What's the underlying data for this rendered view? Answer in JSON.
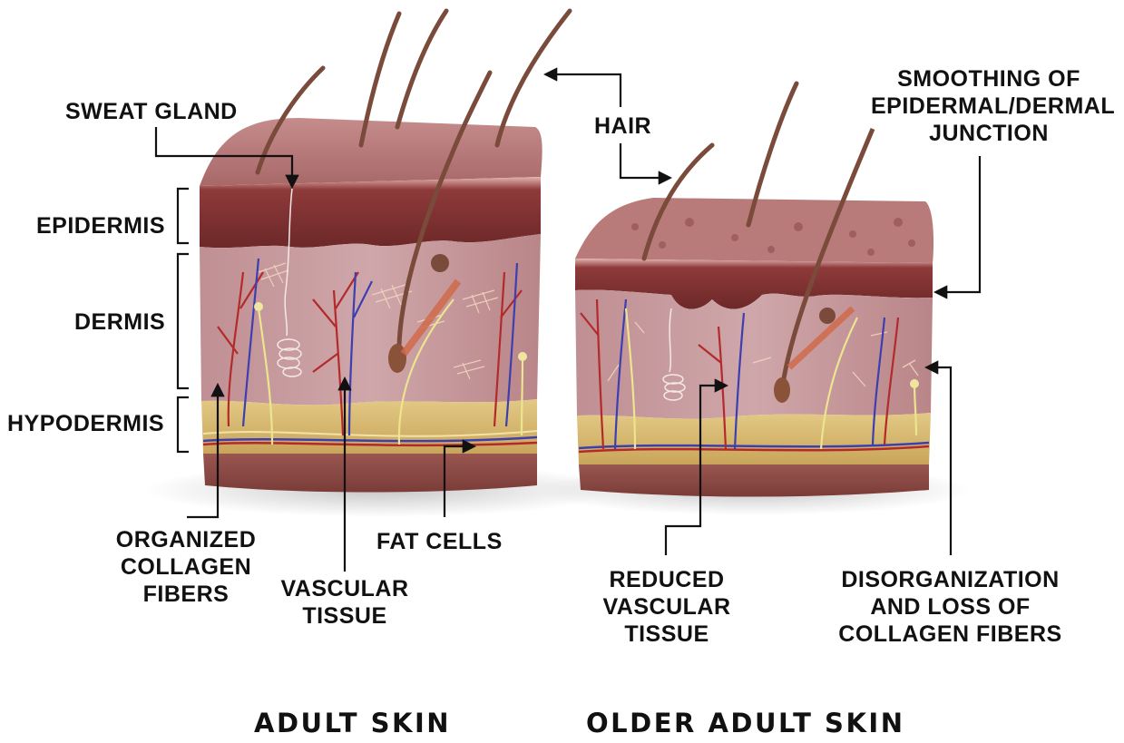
{
  "labels": {
    "sweat_gland": "SWEAT GLAND",
    "hair": "HAIR",
    "smoothing": [
      "SMOOTHING OF",
      "EPIDERMAL/DERMAL",
      "JUNCTION"
    ],
    "epidermis": "EPIDERMIS",
    "dermis": "DERMIS",
    "hypodermis": "HYPODERMIS",
    "organized_collagen": [
      "ORGANIZED",
      "COLLAGEN",
      "FIBERS"
    ],
    "vascular_tissue": [
      "VASCULAR",
      "TISSUE"
    ],
    "fat_cells": "FAT CELLS",
    "reduced_vascular": [
      "REDUCED",
      "VASCULAR",
      "TISSUE"
    ],
    "disorganization": [
      "DISORGANIZATION",
      "AND LOSS OF",
      "COLLAGEN FIBERS"
    ]
  },
  "captions": {
    "adult": "ADULT SKIN",
    "older": "OLDER ADULT SKIN"
  },
  "colors": {
    "skin_surface": "#b57a78",
    "epidermis": "#7a2e2e",
    "dermis": "#c89a9c",
    "hypodermis_fat": "#d9bf72",
    "base": "#8a4a46",
    "vein": "#3d3fb0",
    "artery": "#b42a2a",
    "nerve": "#e8de8a",
    "collagen": "#e6c6b0",
    "hair": "#7a4a3a",
    "annotation": "#111111"
  }
}
